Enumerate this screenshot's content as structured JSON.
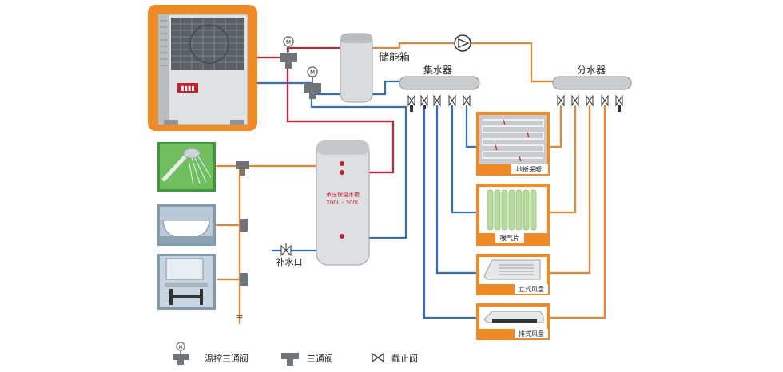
{
  "colors": {
    "hot_pipe": "#d4202a",
    "cold_pipe": "#2a6fd0",
    "warm_pipe": "#f0822a",
    "panel_orange": "#f08a24",
    "tank_gray": "#cfd3d6"
  },
  "labels": {
    "storage_tank": "储能箱",
    "collector": "集水器",
    "distributor": "分水器",
    "floor_heating": "地板采暖",
    "radiator": "暖气片",
    "standing_fan_coil": "立式风盘",
    "ceiling_fan_coil": "排式风盘",
    "pressure_tank_line1": "承压保温水箱",
    "pressure_tank_line2": "200L - 300L",
    "makeup_water": "补水口",
    "valve_marker": "M"
  },
  "legend": [
    {
      "icon": "thermostatic-three-way-valve-icon",
      "label": "温控三通阀"
    },
    {
      "icon": "three-way-valve-icon",
      "label": "三通阀"
    },
    {
      "icon": "shutoff-valve-icon",
      "label": "截止阀"
    }
  ],
  "heat_pump_brand": "▮▮▮▮"
}
